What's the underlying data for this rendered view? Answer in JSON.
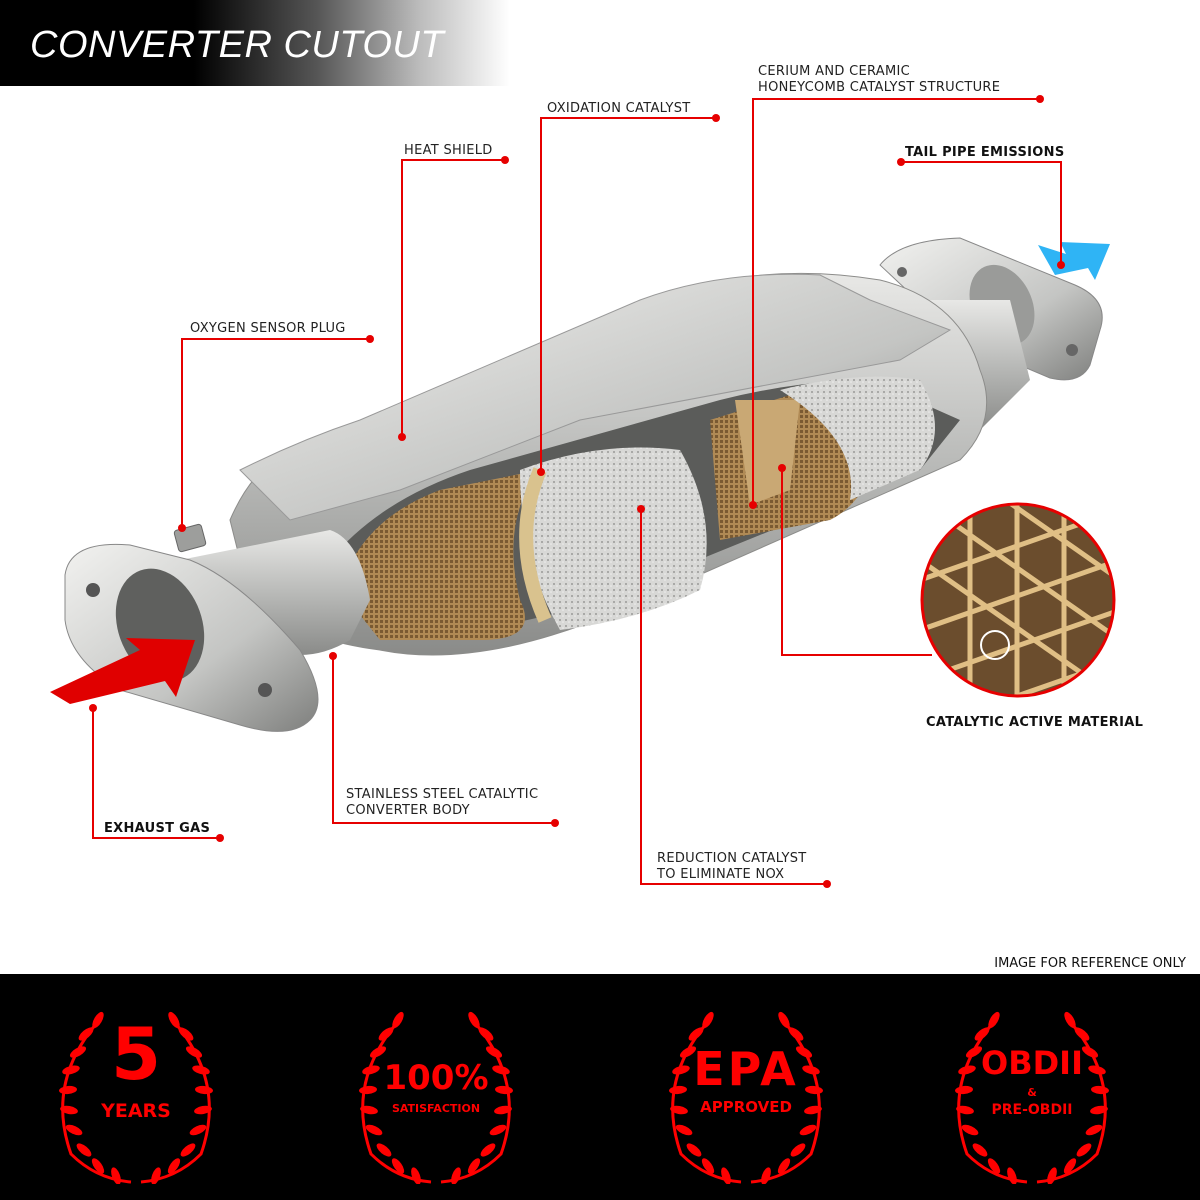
{
  "header": {
    "title": "CONVERTER CUTOUT"
  },
  "colors": {
    "callout": "#e60000",
    "exhaust_arrow": "#e00000",
    "tailpipe_arrow": "#2fb4f5",
    "footer_bg": "#000000",
    "badge": "#ff0000"
  },
  "callouts": [
    {
      "id": "cerium",
      "lines": [
        "CERIUM AND CERAMIC",
        "HONEYCOMB CATALYST STRUCTURE"
      ],
      "bold": false
    },
    {
      "id": "oxidation",
      "lines": [
        "OXIDATION CATALYST"
      ],
      "bold": false
    },
    {
      "id": "heat-shield",
      "lines": [
        "HEAT SHIELD"
      ],
      "bold": false
    },
    {
      "id": "tail-pipe",
      "lines": [
        "TAIL PIPE EMISSIONS"
      ],
      "bold": true
    },
    {
      "id": "oxygen-sensor",
      "lines": [
        "OXYGEN SENSOR PLUG"
      ],
      "bold": false
    },
    {
      "id": "catalytic-material",
      "lines": [
        "CATALYTIC ACTIVE MATERIAL"
      ],
      "bold": true
    },
    {
      "id": "stainless-body",
      "lines": [
        "STAINLESS STEEL CATALYTIC",
        "CONVERTER BODY"
      ],
      "bold": false
    },
    {
      "id": "exhaust-gas",
      "lines": [
        "EXHAUST GAS"
      ],
      "bold": true
    },
    {
      "id": "reduction",
      "lines": [
        "REDUCTION CATALYST",
        "TO ELIMINATE NOX"
      ],
      "bold": false
    }
  ],
  "disclaimer": "IMAGE FOR REFERENCE ONLY",
  "badges": [
    {
      "id": "warranty",
      "main": "5",
      "sub": "YEARS"
    },
    {
      "id": "satisfaction",
      "main": "100%",
      "sub": "SATISFACTION"
    },
    {
      "id": "epa",
      "main": "EPA",
      "sub": "APPROVED"
    },
    {
      "id": "obd",
      "main": "OBDII",
      "mid": "&",
      "sub": "PRE-OBDII"
    }
  ]
}
